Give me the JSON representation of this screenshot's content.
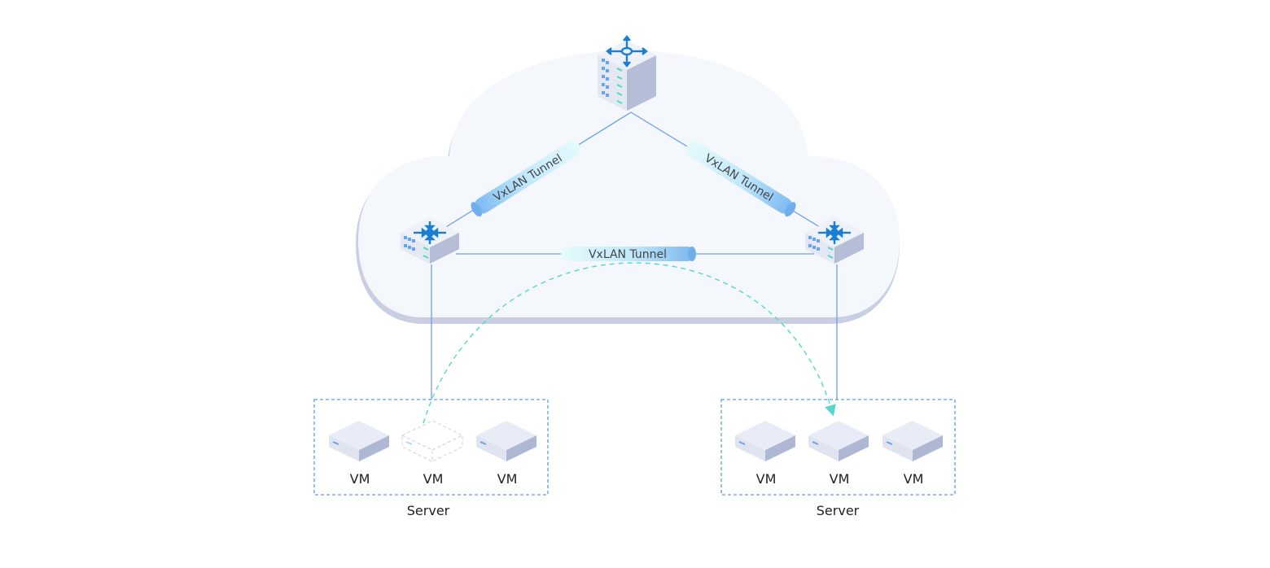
{
  "diagram": {
    "type": "VXLAN network topology",
    "cloud": {
      "fill": "#f4f7fc",
      "shadow": "#c9cfe3"
    },
    "colors": {
      "link": "#6f9fe8",
      "tunnel_start": "#dff8fb",
      "tunnel_end": "#7bbcf2",
      "migration_arc": "#57d6cc",
      "server_box": "#5a9be8",
      "device_arrow": "#1a7fd4"
    },
    "nodes": {
      "spine": {
        "role": "spine-router",
        "icon": "router-icon"
      },
      "leaf_left": {
        "role": "leaf-switch",
        "icon": "layer3-switch-icon"
      },
      "leaf_right": {
        "role": "leaf-switch",
        "icon": "layer3-switch-icon"
      }
    },
    "tunnels": [
      {
        "id": "spine-leaf-left",
        "label": "VxLAN Tunnel"
      },
      {
        "id": "spine-leaf-right",
        "label": "VxLAN Tunnel"
      },
      {
        "id": "leaf-left-leaf-right",
        "label": "VxLAN Tunnel"
      }
    ],
    "servers": [
      {
        "label": "Server",
        "vms": [
          {
            "label": "VM",
            "state": "normal"
          },
          {
            "label": "VM",
            "state": "migrated-out"
          },
          {
            "label": "VM",
            "state": "normal"
          }
        ]
      },
      {
        "label": "Server",
        "vms": [
          {
            "label": "VM",
            "state": "normal"
          },
          {
            "label": "VM",
            "state": "migrated-in"
          },
          {
            "label": "VM",
            "state": "normal"
          }
        ]
      }
    ],
    "migration": {
      "from": "servers.0.vms.1",
      "to": "servers.1.vms.1",
      "style": "dashed-arrow"
    }
  }
}
